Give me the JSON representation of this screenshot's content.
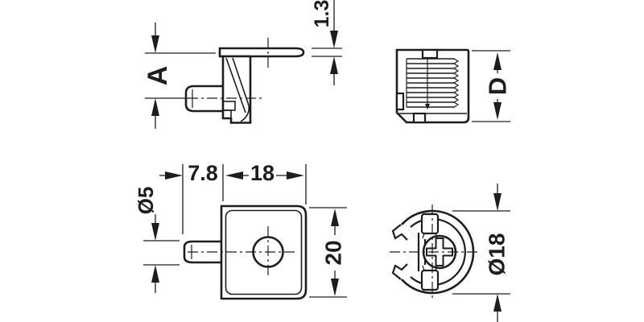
{
  "drawing": {
    "background_color": "#ffffff",
    "line_color": "#1d1d1b",
    "dimension_labels": {
      "a": "A",
      "flange_thickness": "1.3",
      "d": "D",
      "peg_offset": "7.8",
      "body_width": "18",
      "peg_diameter": "Ø5",
      "body_height": "20",
      "cam_diameter": "Ø18"
    }
  }
}
